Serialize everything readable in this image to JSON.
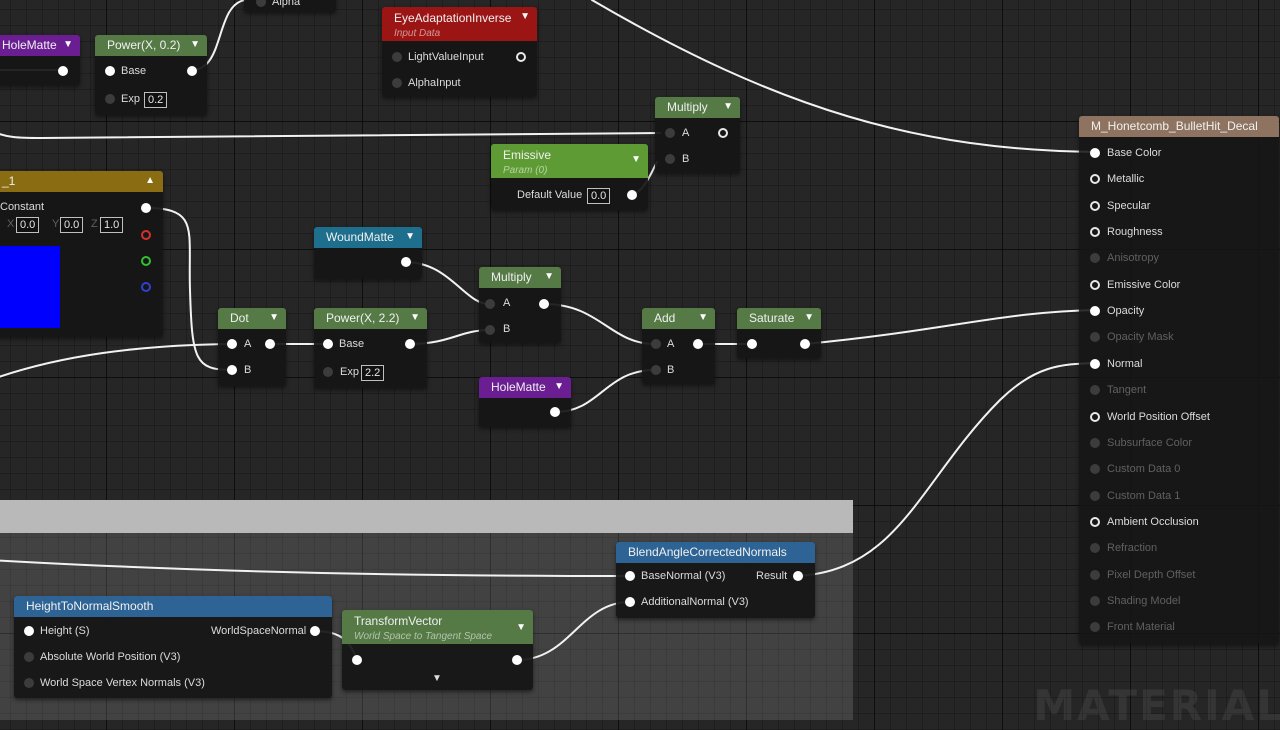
{
  "nodes": {
    "hole_matte_top": {
      "title": "HoleMatte"
    },
    "power_top": {
      "title": "Power(X, 0.2)",
      "base": "Base",
      "exp_label": "Exp",
      "exp_value": "0.2",
      "alpha": "Alpha"
    },
    "eye_adaptation": {
      "title": "EyeAdaptationInverse",
      "subtitle": "Input Data",
      "light_value": "LightValueInput",
      "alpha_input": "AlphaInput"
    },
    "multiply_top": {
      "title": "Multiply",
      "a": "A",
      "b": "B"
    },
    "emissive": {
      "title": "Emissive",
      "subtitle": "Param (0)",
      "default_label": "Default Value",
      "default_value": "0.0"
    },
    "constant": {
      "title": "_1",
      "label": "Constant",
      "x_label": "X",
      "x_value": "0.0",
      "y_label": "Y",
      "y_value": "0.0",
      "z_label": "Z",
      "z_value": "1.0"
    },
    "wound_matte": {
      "title": "WoundMatte"
    },
    "multiply_mid": {
      "title": "Multiply",
      "a": "A",
      "b": "B"
    },
    "dot": {
      "title": "Dot",
      "a": "A",
      "b": "B"
    },
    "power_mid": {
      "title": "Power(X, 2.2)",
      "base": "Base",
      "exp_label": "Exp",
      "exp_value": "2.2"
    },
    "add": {
      "title": "Add",
      "a": "A",
      "b": "B"
    },
    "saturate": {
      "title": "Saturate"
    },
    "hole_matte_mid": {
      "title": "HoleMatte"
    },
    "blend_normals": {
      "title": "BlendAngleCorrectedNormals",
      "base_normal": "BaseNormal (V3)",
      "additional_normal": "AdditionalNormal (V3)",
      "result": "Result"
    },
    "height_to_normal": {
      "title": "HeightToNormalSmooth",
      "height": "Height (S)",
      "awp": "Absolute World Position (V3)",
      "wsvn": "World Space Vertex Normals (V3)",
      "output": "WorldSpaceNormal"
    },
    "transform_vector": {
      "title": "TransformVector",
      "subtitle": "World Space to Tangent Space"
    }
  },
  "material": {
    "title": "M_Honetcomb_BulletHit_Decal",
    "pins": [
      {
        "label": "Base Color",
        "state": "connected"
      },
      {
        "label": "Metallic",
        "state": "active"
      },
      {
        "label": "Specular",
        "state": "active"
      },
      {
        "label": "Roughness",
        "state": "active"
      },
      {
        "label": "Anisotropy",
        "state": "inactive"
      },
      {
        "label": "Emissive Color",
        "state": "active"
      },
      {
        "label": "Opacity",
        "state": "connected"
      },
      {
        "label": "Opacity Mask",
        "state": "inactive"
      },
      {
        "label": "Normal",
        "state": "connected"
      },
      {
        "label": "Tangent",
        "state": "inactive"
      },
      {
        "label": "World Position Offset",
        "state": "active"
      },
      {
        "label": "Subsurface Color",
        "state": "inactive"
      },
      {
        "label": "Custom Data 0",
        "state": "inactive"
      },
      {
        "label": "Custom Data 1",
        "state": "inactive"
      },
      {
        "label": "Ambient Occlusion",
        "state": "active"
      },
      {
        "label": "Refraction",
        "state": "inactive"
      },
      {
        "label": "Pixel Depth Offset",
        "state": "inactive"
      },
      {
        "label": "Shading Model",
        "state": "inactive"
      },
      {
        "label": "Front Material",
        "state": "inactive"
      }
    ]
  },
  "watermark": "MATERIAL",
  "colors": {
    "constant_swatch": "#0000ff",
    "wire": "#ffffff",
    "comment_box": "#b9b9b9"
  }
}
